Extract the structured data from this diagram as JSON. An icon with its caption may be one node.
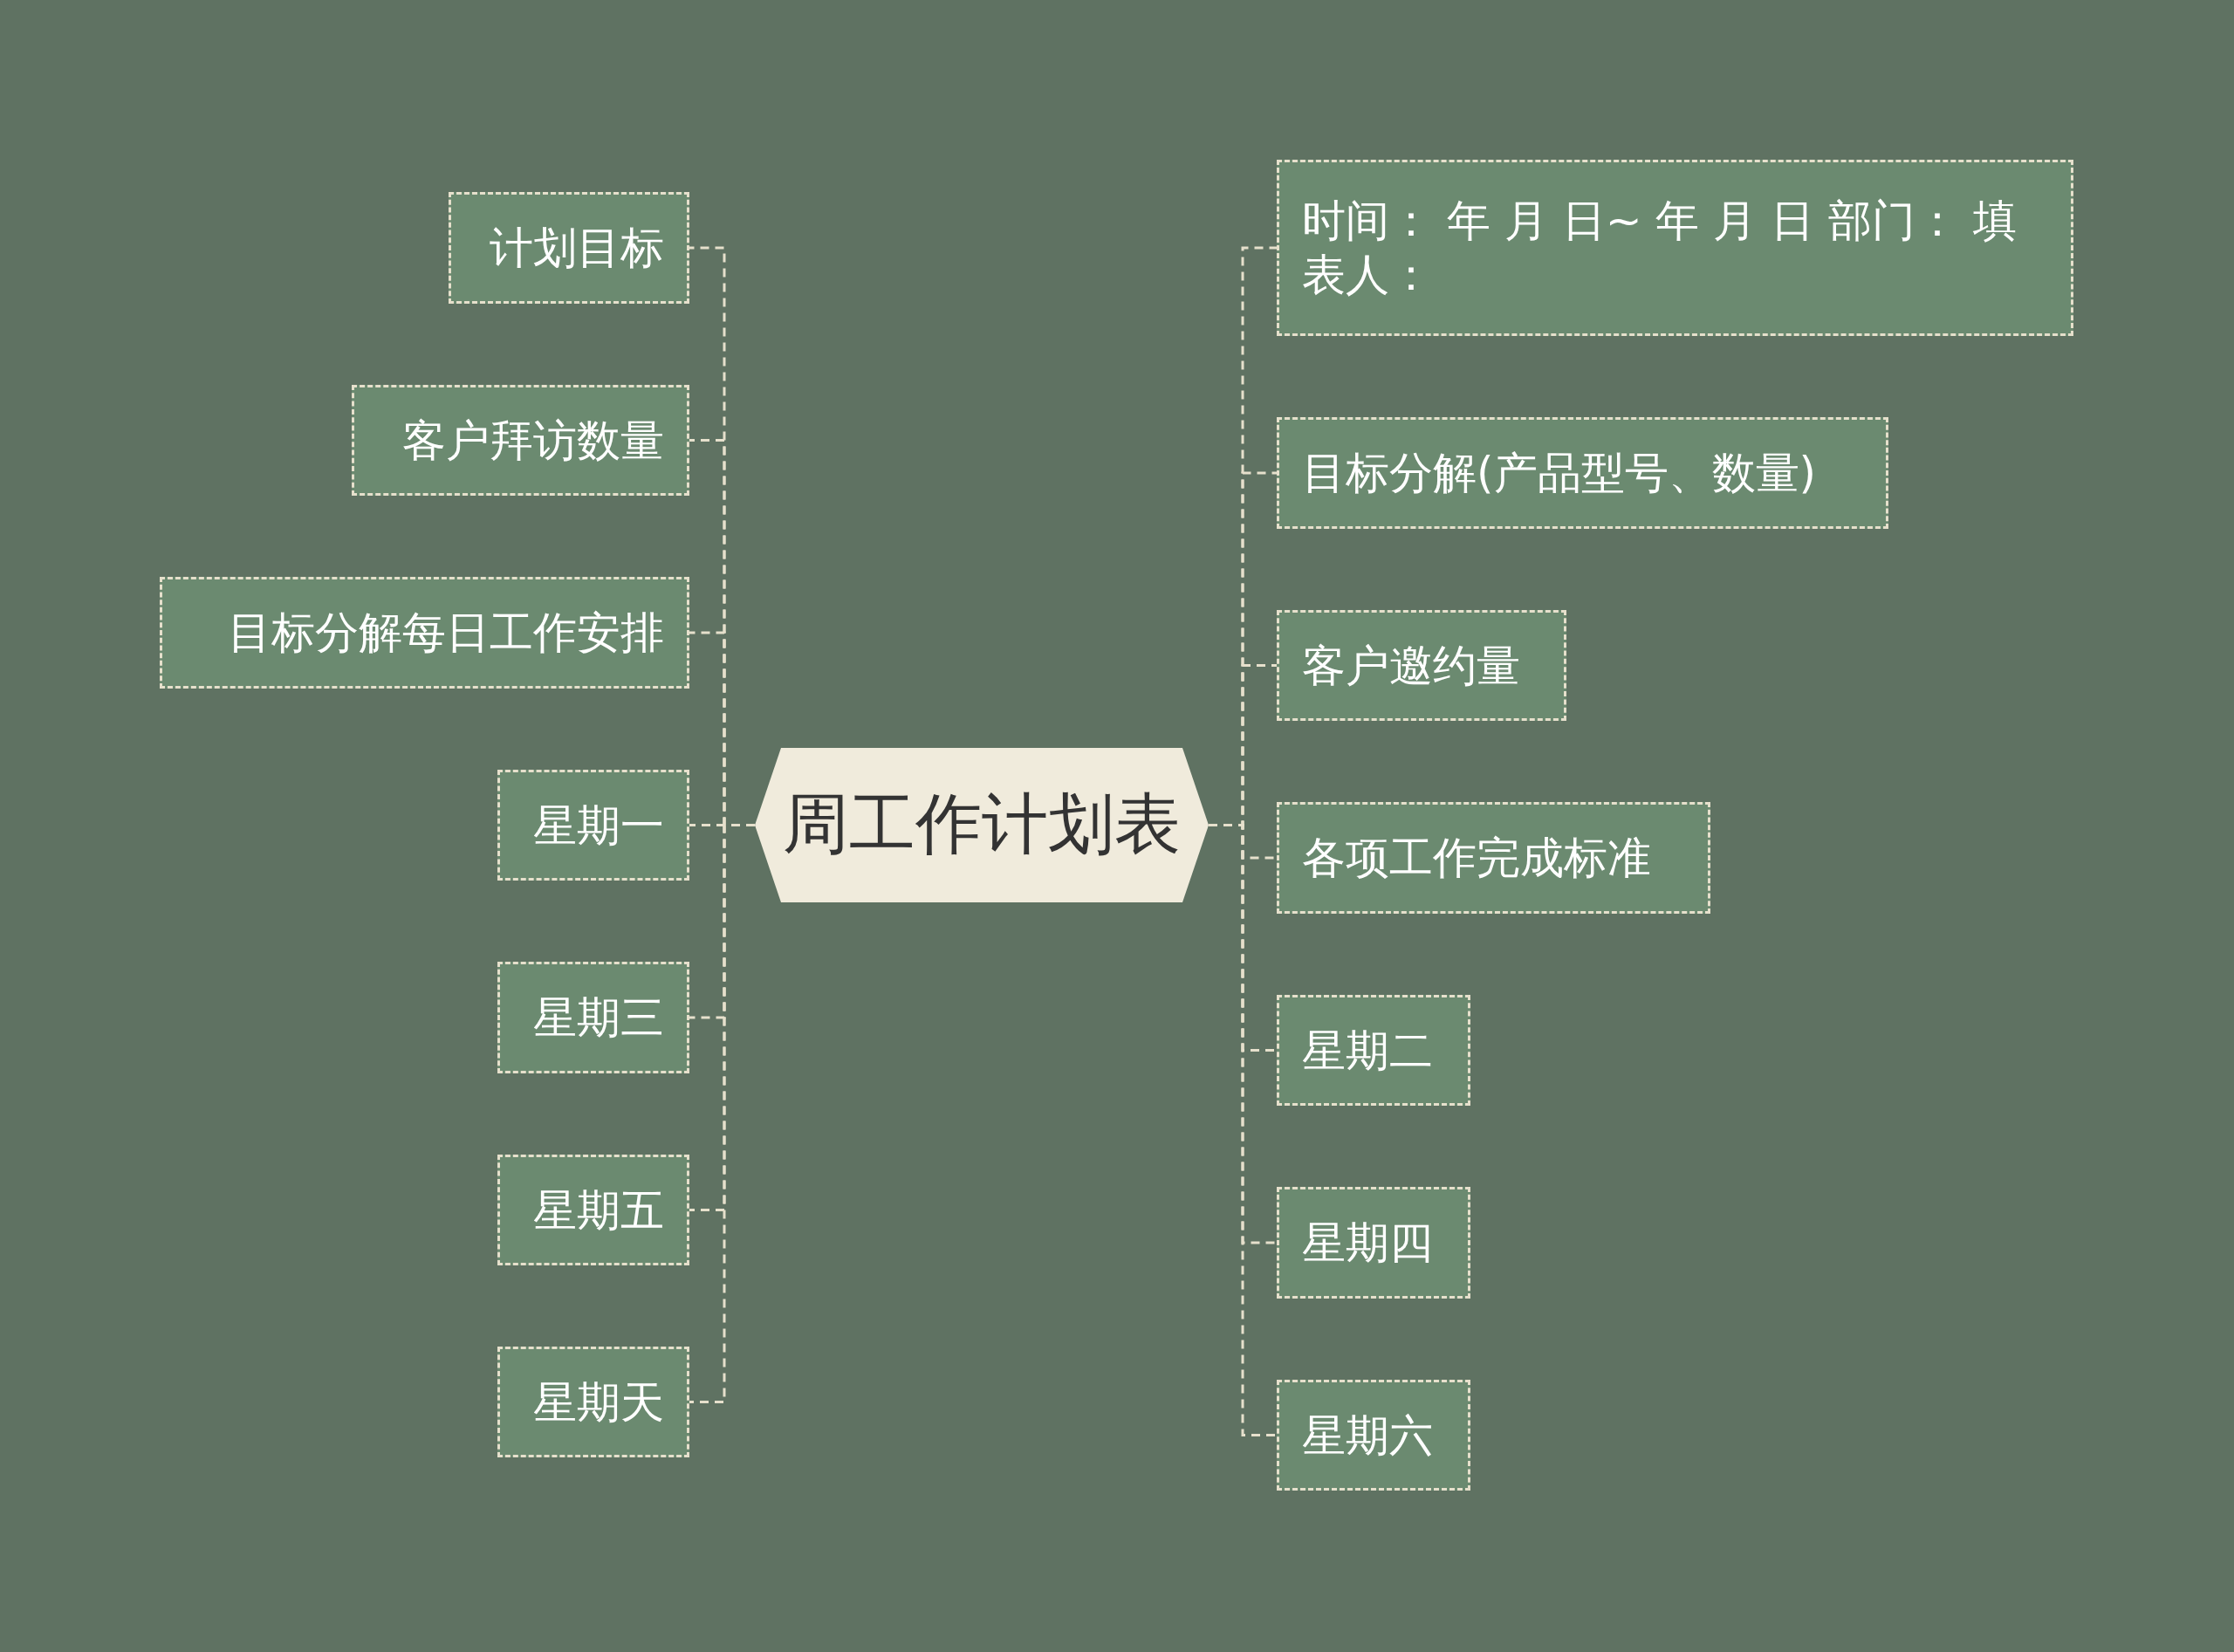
{
  "diagram": {
    "nodes": [
      {
        "text": [
          "周工作计划表"
        ]
      },
      {
        "text": [
          "计划目标"
        ]
      },
      {
        "text": [
          "客户拜访数量"
        ]
      },
      {
        "text": [
          "目标分解每日工作安排"
        ]
      },
      {
        "text": [
          "星期一"
        ]
      },
      {
        "text": [
          "星期三"
        ]
      },
      {
        "text": [
          "星期五"
        ]
      },
      {
        "text": [
          "星期天"
        ]
      },
      {
        "text": [
          "时间： 年 月 日~ 年 月 日 部门： 填表人："
        ]
      },
      {
        "text": [
          "目标分解(产品型号、数量)"
        ]
      },
      {
        "text": [
          "客户邀约量"
        ]
      },
      {
        "text": [
          "各项工作完成标准"
        ]
      },
      {
        "text": [
          "星期二"
        ]
      },
      {
        "text": [
          "星期四"
        ]
      },
      {
        "text": [
          "星期六"
        ]
      }
    ],
    "edges": [
      {
        "from": 0,
        "to": 1,
        "arrow": "none"
      },
      {
        "from": 0,
        "to": 2,
        "arrow": "none"
      },
      {
        "from": 0,
        "to": 3,
        "arrow": "none"
      },
      {
        "from": 0,
        "to": 4,
        "arrow": "none"
      },
      {
        "from": 0,
        "to": 5,
        "arrow": "none"
      },
      {
        "from": 0,
        "to": 6,
        "arrow": "none"
      },
      {
        "from": 0,
        "to": 7,
        "arrow": "none"
      },
      {
        "from": 0,
        "to": 8,
        "arrow": "none"
      },
      {
        "from": 0,
        "to": 9,
        "arrow": "none"
      },
      {
        "from": 0,
        "to": 10,
        "arrow": "none"
      },
      {
        "from": 0,
        "to": 11,
        "arrow": "none"
      },
      {
        "from": 0,
        "to": 12,
        "arrow": "none"
      },
      {
        "from": 0,
        "to": 13,
        "arrow": "none"
      },
      {
        "from": 0,
        "to": 14,
        "arrow": "none"
      }
    ]
  }
}
